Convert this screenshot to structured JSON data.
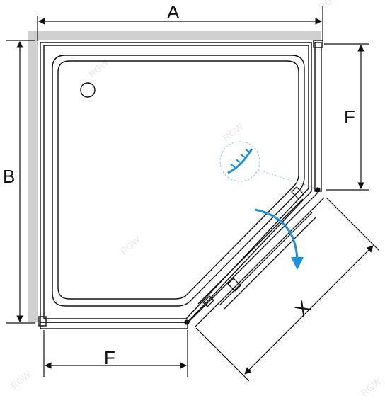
{
  "dimensions": {
    "width_label": "A",
    "depth_label": "B",
    "side_right_label": "F",
    "side_bottom_label": "F",
    "diagonal_label": "X"
  },
  "watermark": {
    "text": "RGW"
  },
  "colors": {
    "line": "#111111",
    "wall": "#d0d0d0",
    "arrow": "#1b8fe0",
    "detail_circle": "#cfe6f8"
  },
  "icons": {
    "door_swing": "curved-arrow",
    "seal_detail": "magnifier-circle"
  }
}
